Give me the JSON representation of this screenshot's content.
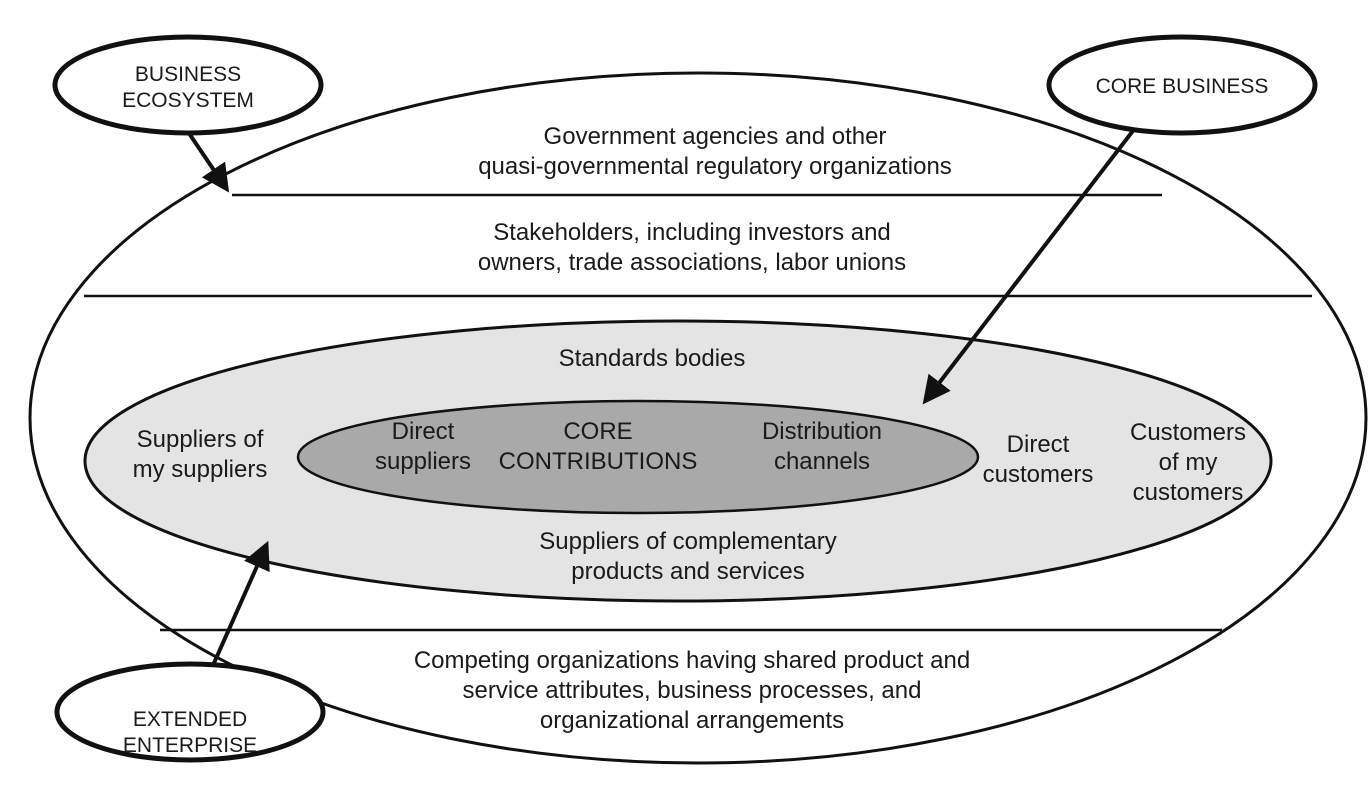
{
  "callouts": {
    "business_ecosystem": [
      "BUSINESS",
      "ECOSYSTEM"
    ],
    "core_business": [
      "CORE BUSINESS"
    ],
    "extended_enterprise": [
      "EXTENDED",
      "ENTERPRISE"
    ]
  },
  "bands": {
    "government": [
      "Government agencies and other",
      "quasi-governmental regulatory organizations"
    ],
    "stakeholders": [
      "Stakeholders, including investors and",
      "owners, trade associations, labor unions"
    ],
    "competing": [
      "Competing organizations having shared product and",
      "service attributes, business processes, and",
      "organizational arrangements"
    ]
  },
  "extended_enterprise": {
    "standards": [
      "Standards bodies"
    ],
    "suppliers_of_suppliers": [
      "Suppliers of",
      "my suppliers"
    ],
    "complementary": [
      "Suppliers of complementary",
      "products and services"
    ],
    "direct_customers": [
      "Direct",
      "customers"
    ],
    "customers_of_customers": [
      "Customers",
      "of my",
      "customers"
    ]
  },
  "core_business": {
    "direct_suppliers": [
      "Direct",
      "suppliers"
    ],
    "core_contributions": [
      "CORE",
      "CONTRIBUTIONS"
    ],
    "distribution_channels": [
      "Distribution",
      "channels"
    ]
  },
  "colors": {
    "outline": "#111111",
    "extended_fill": "#e4e4e4",
    "core_fill": "#a9a9a9"
  }
}
